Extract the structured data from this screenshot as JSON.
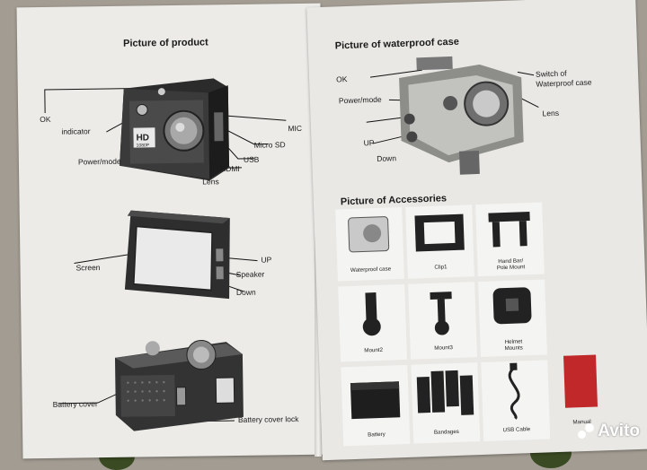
{
  "left_page": {
    "title": "Picture of product",
    "front_labels": {
      "ok": "OK",
      "indicator": "indicator",
      "power": "Power/mode",
      "mic": "MIC",
      "microsd": "Micro SD",
      "usb": "USB",
      "hdmi": "HDMI",
      "lens": "Lens",
      "badge_hd": "HD",
      "badge_1080p": "1080P"
    },
    "back_labels": {
      "screen": "Screen",
      "up": "UP",
      "speaker": "Speaker",
      "down": "Down"
    },
    "bottom_labels": {
      "battery_cover": "Battery cover",
      "battery_lock": "Battery cover lock"
    }
  },
  "right_page": {
    "waterproof_title": "Picture of waterproof case",
    "waterproof_labels": {
      "ok": "OK",
      "power": "Power/mode",
      "up": "UP",
      "down": "Down",
      "switch_line1": "Switch of",
      "switch_line2": "Waterproof case",
      "lens": "Lens"
    },
    "accessories_title": "Picture of Accessories",
    "accessories": [
      {
        "label": "Waterproof case"
      },
      {
        "label": "Clip1"
      },
      {
        "label": "Hand Bar/\nPole Mount"
      },
      {
        "label": "Mount2"
      },
      {
        "label": "Mount3"
      },
      {
        "label": "Helmet\nMounts"
      },
      {
        "label": "Battery"
      },
      {
        "label": "Bandages"
      },
      {
        "label": "USB Cable"
      },
      {
        "label": "Manual"
      }
    ]
  },
  "watermark": "Avito",
  "colors": {
    "paper": "#ecebe8",
    "ink": "#1a1a1a",
    "background": "#a29c92",
    "manual_red": "#c0282a"
  }
}
